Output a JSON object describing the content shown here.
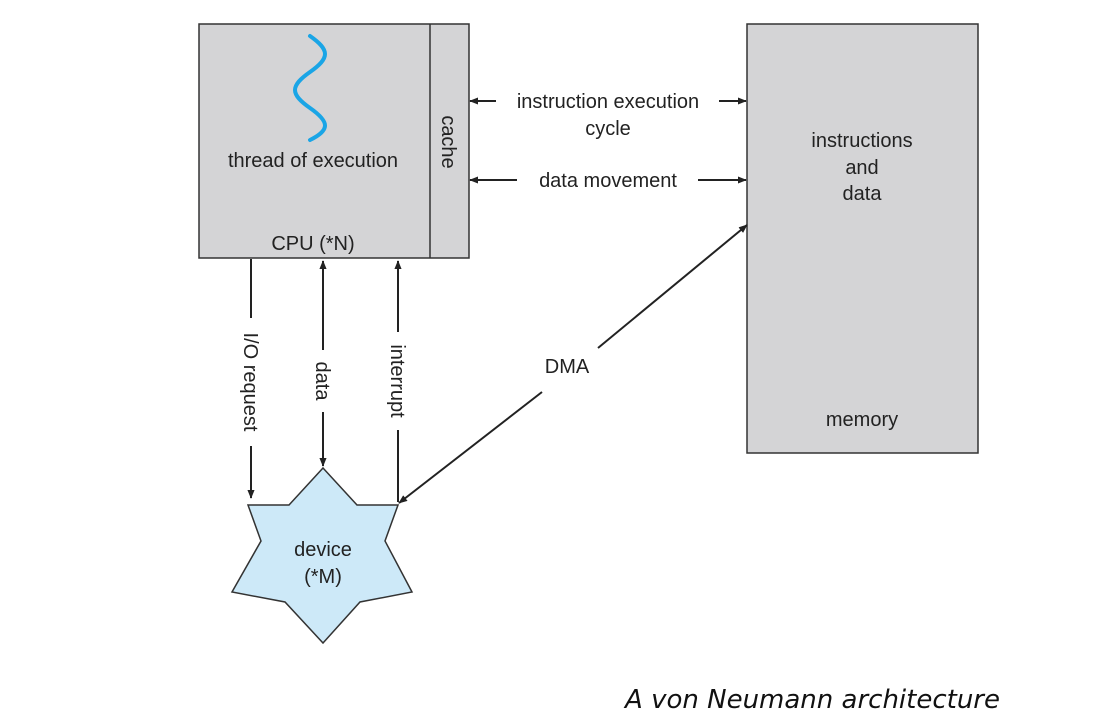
{
  "cpu": {
    "thread_label": "thread of execution",
    "cache_label": "cache",
    "cpu_label": "CPU (*N)"
  },
  "memory": {
    "content_line1": "instructions",
    "content_line2": "and",
    "content_line3": "data",
    "label": "memory"
  },
  "device": {
    "line1": "device",
    "line2": "(*M)"
  },
  "arrows": {
    "instruction_cycle_line1": "instruction execution",
    "instruction_cycle_line2": "cycle",
    "data_movement": "data movement",
    "io_request": "I/O request",
    "data": "data",
    "interrupt": "interrupt",
    "dma": "DMA"
  },
  "caption": "A von Neumann architecture",
  "colors": {
    "box_fill": "#d4d4d6",
    "device_fill": "#cde9f8",
    "thread_wave": "#1aa5e6",
    "stroke": "#222222"
  }
}
